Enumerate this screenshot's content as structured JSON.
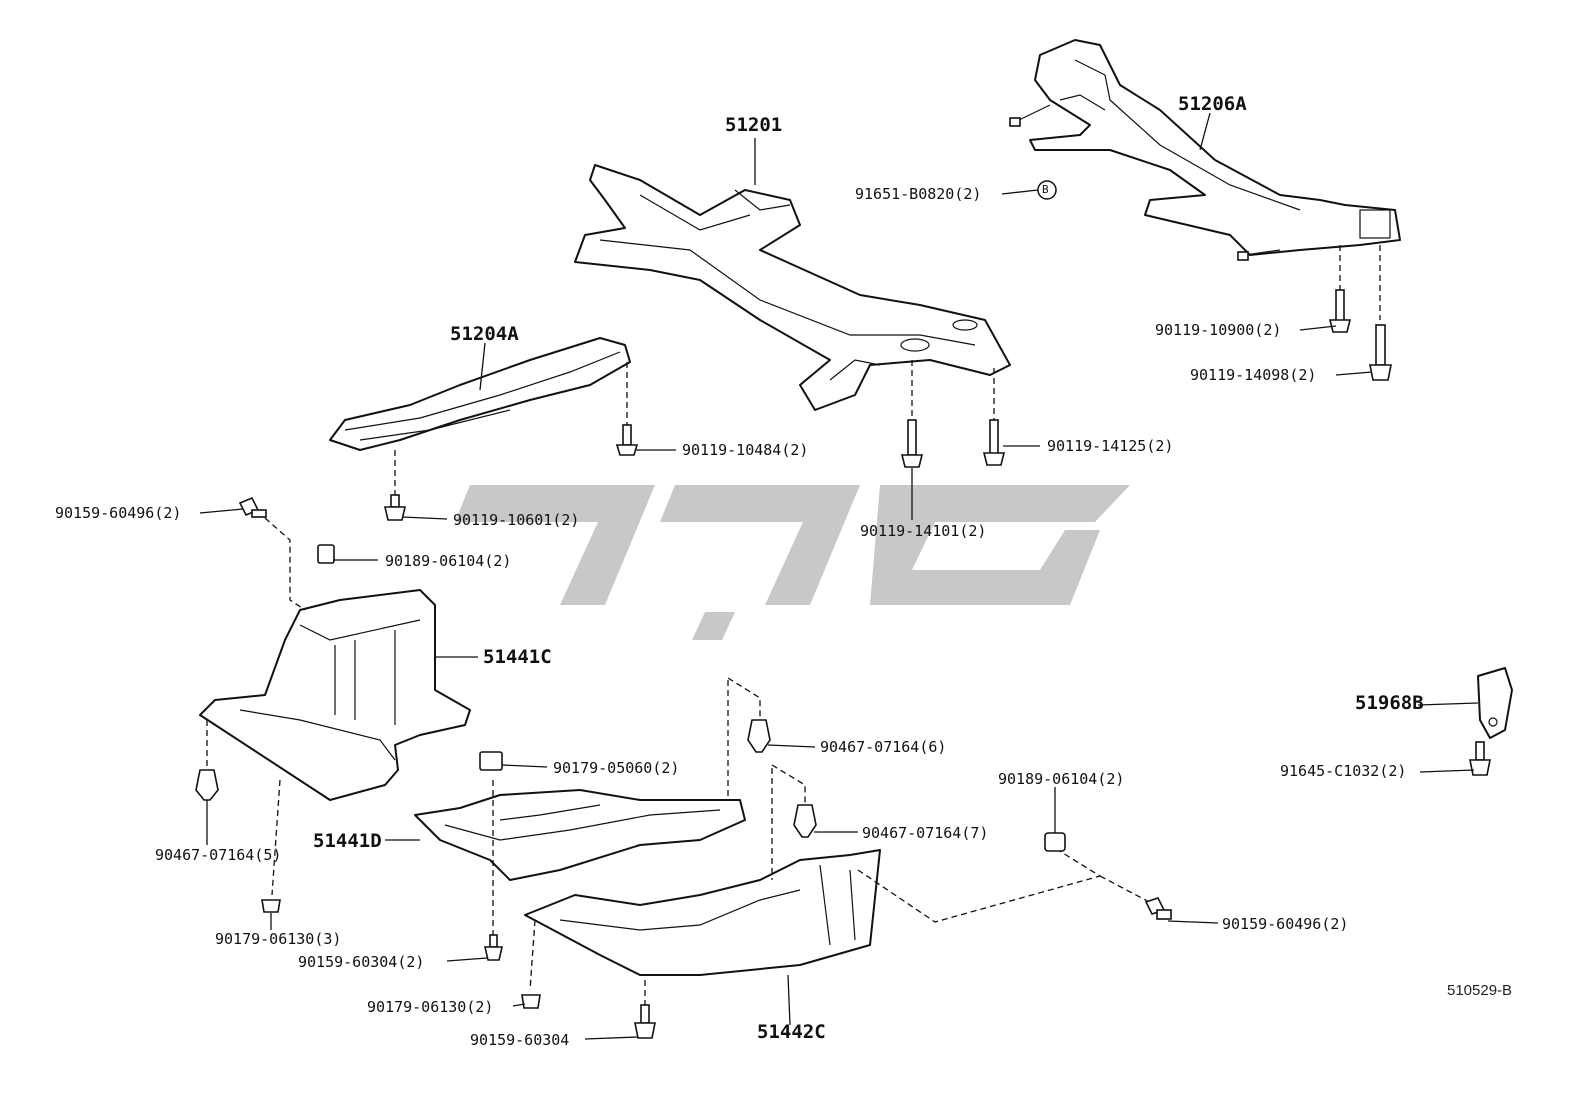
{
  "labels": {
    "p51201": "51201",
    "p51206A": "51206A",
    "p51204A": "51204A",
    "p91651": "91651-B0820(2)",
    "b_marker": "B",
    "p90119_10900": "90119-10900(2)",
    "p90119_14098": "90119-14098(2)",
    "p90119_14125": "90119-14125(2)",
    "p90119_10484": "90119-10484(2)",
    "p90119_14101": "90119-14101(2)",
    "p90119_10601": "90119-10601(2)",
    "p90159_60496_a": "90159-60496(2)",
    "p90189_06104_a": "90189-06104(2)",
    "p51441C": "51441C",
    "p51968B": "51968B",
    "p91645": "91645-C1032(2)",
    "p90467_07164_6": "90467-07164(6)",
    "p90179_05060": "90179-05060(2)",
    "p90189_06104_b": "90189-06104(2)",
    "p51441D": "51441D",
    "p90467_07164_7": "90467-07164(7)",
    "p90467_07164_5": "90467-07164(5)",
    "p90159_60496_b": "90159-60496(2)",
    "p90179_06130_3": "90179-06130(3)",
    "p90159_60304_2": "90159-60304(2)",
    "p90179_06130_2": "90179-06130(2)",
    "p90159_60304": "90159-60304",
    "p51442C": "51442C",
    "diagram_code": "510529-B"
  },
  "icons": [
    "frame-crossmember",
    "rear-suspension-member",
    "brace-member",
    "engine-under-cover",
    "bolt",
    "clip",
    "nut",
    "bracket",
    "watermark-logo"
  ],
  "colors": {
    "ink": "#111111",
    "watermark": "#c8c8c8",
    "background": "#ffffff"
  }
}
